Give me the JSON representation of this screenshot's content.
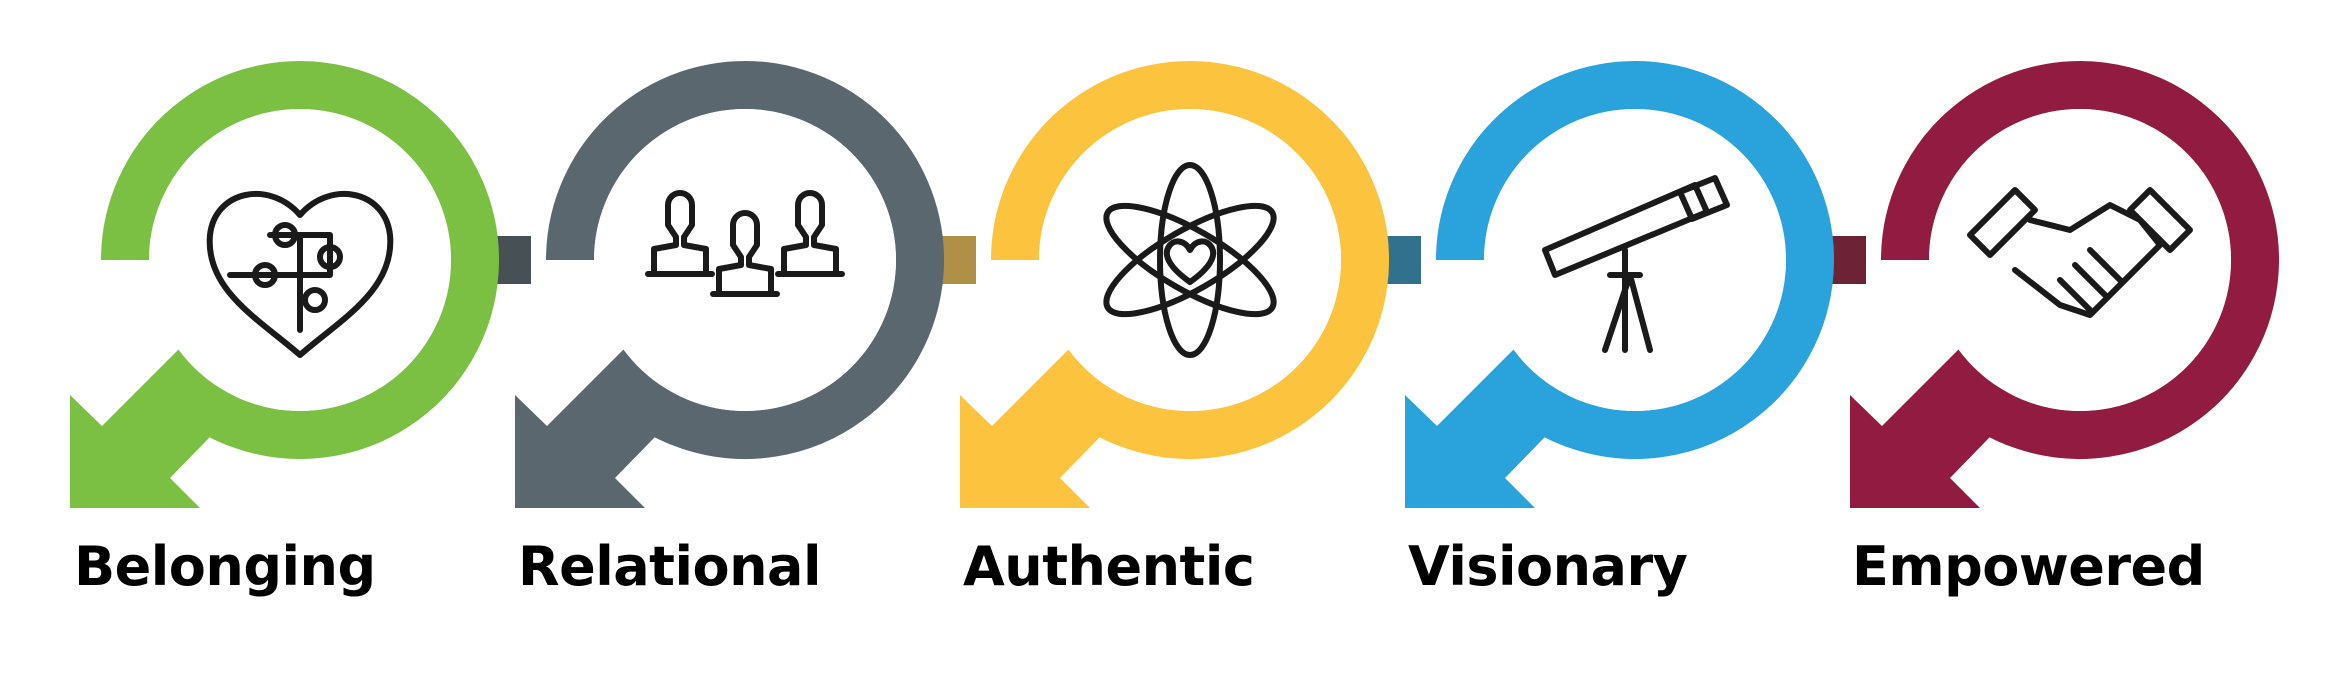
{
  "steps": [
    {
      "label": "Belonging",
      "color": "#7cc043",
      "icon": "puzzle-heart-icon"
    },
    {
      "label": "Relational",
      "color": "#5a676e",
      "icon": "people-group-icon"
    },
    {
      "label": "Authentic",
      "color": "#fcc43e",
      "icon": "atom-heart-icon"
    },
    {
      "label": "Visionary",
      "color": "#2aa3dd",
      "icon": "telescope-icon"
    },
    {
      "label": "Empowered",
      "color": "#921c41",
      "icon": "handshake-icon"
    }
  ],
  "connector_colors": [
    "#475054",
    "#b08f46",
    "#32718e",
    "#6e2235"
  ]
}
